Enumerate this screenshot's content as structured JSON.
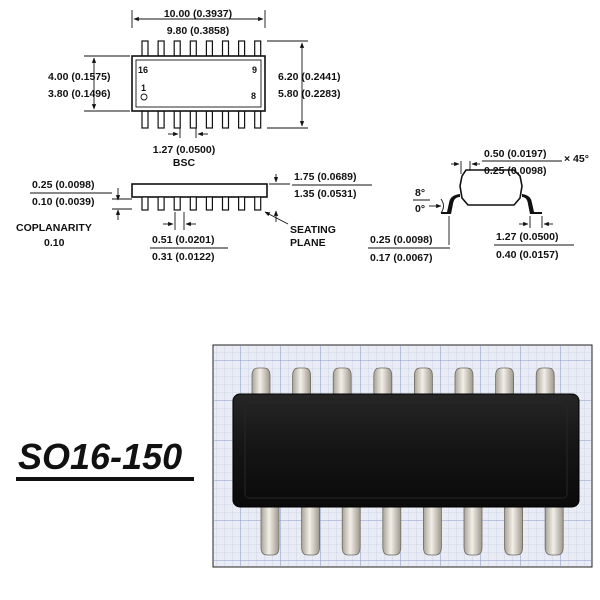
{
  "top_view": {
    "overall_length": {
      "max": "10.00 (0.3937)",
      "min": "9.80 (0.3858)"
    },
    "body_width": {
      "max": "4.00 (0.1575)",
      "min": "3.80 (0.1496)"
    },
    "overall_width": {
      "max": "6.20 (0.2441)",
      "min": "5.80 (0.2283)"
    },
    "pitch": {
      "value": "1.27 (0.0500)",
      "note": "BSC"
    },
    "pin_labels": {
      "p16": "16",
      "p9": "9",
      "p1": "1",
      "p8": "8"
    }
  },
  "side_view": {
    "standoff": {
      "max": "0.25 (0.0098)",
      "min": "0.10 (0.0039)"
    },
    "height": {
      "max": "1.75 (0.0689)",
      "min": "1.35 (0.0531)"
    },
    "lead_width": {
      "max": "0.51 (0.0201)",
      "min": "0.31 (0.0122)"
    },
    "coplanarity": {
      "label": "COPLANARITY",
      "value": "0.10"
    },
    "seating_plane": {
      "line1": "SEATING",
      "line2": "PLANE"
    }
  },
  "end_view": {
    "chamfer": {
      "max": "0.50 (0.0197)",
      "min": "0.25 (0.0098)",
      "suffix": "× 45°"
    },
    "angle": {
      "max": "8°",
      "min": "0°"
    },
    "lead_thickness": {
      "max": "0.25 (0.0098)",
      "min": "0.17 (0.0067)"
    },
    "foot_length": {
      "max": "1.27 (0.0500)",
      "min": "0.40 (0.0157)"
    }
  },
  "package_name": "SO16-150",
  "colors": {
    "chip_body": "#121212",
    "grid_background": "#e9ecf4",
    "grid_line": "#a6b4d6",
    "lead": "#d9d5cc"
  }
}
